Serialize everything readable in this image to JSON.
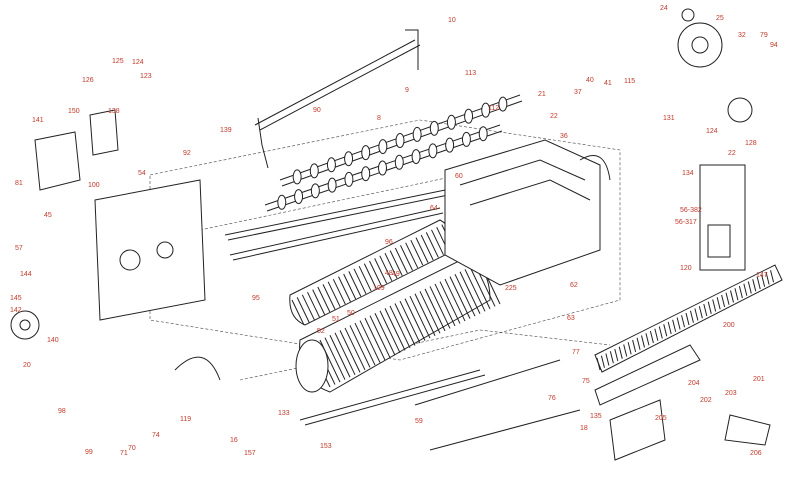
{
  "diagram": {
    "colors": {
      "ink": "#222222",
      "label": "#c0392b",
      "paper": "#ffffff"
    },
    "labels": [
      "10",
      "24",
      "25",
      "32",
      "79",
      "94",
      "125",
      "124",
      "123",
      "126",
      "90",
      "113",
      "9",
      "8",
      "112",
      "21",
      "22",
      "37",
      "41",
      "40",
      "115",
      "36",
      "138",
      "150",
      "141",
      "81",
      "45",
      "139",
      "92",
      "131",
      "124",
      "128",
      "22",
      "134",
      "64",
      "60",
      "147",
      "56-382",
      "56-317",
      "120",
      "57",
      "144",
      "100",
      "54",
      "145",
      "142",
      "140",
      "20",
      "52",
      "51",
      "50",
      "48",
      "49",
      "109",
      "96",
      "95",
      "225",
      "62",
      "63",
      "200",
      "201",
      "202",
      "203",
      "204",
      "205",
      "206",
      "99",
      "98",
      "71",
      "74",
      "70",
      "119",
      "133",
      "157",
      "153",
      "77",
      "76",
      "75",
      "59",
      "18",
      "16",
      "135"
    ]
  }
}
